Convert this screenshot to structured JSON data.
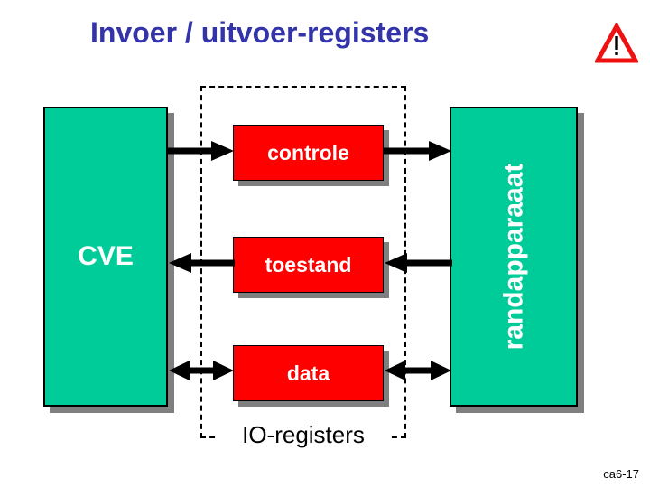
{
  "slide": {
    "title": "Invoer / uitvoer-registers",
    "warning_icon": "warning-triangle-icon",
    "page_ref": "ca6-17",
    "colors": {
      "title_blue": "#3333AA",
      "block_green": "#00CC99",
      "register_red": "#FF0000",
      "shadow_gray": "#7F7F7F",
      "warning_red": "#EE1111",
      "text_white": "#FFFFFF",
      "outline_black": "#000000"
    }
  },
  "diagram": {
    "cpu_block": {
      "label": "CVE"
    },
    "peripheral_block": {
      "label": "randapparaaat"
    },
    "io_group": {
      "label": "IO-registers"
    },
    "registers": [
      {
        "id": "controle",
        "label": "controle",
        "left_arrow": "right",
        "right_arrow": "right"
      },
      {
        "id": "toestand",
        "label": "toestand",
        "left_arrow": "left",
        "right_arrow": "left"
      },
      {
        "id": "data",
        "label": "data",
        "left_arrow": "both",
        "right_arrow": "both"
      }
    ]
  }
}
